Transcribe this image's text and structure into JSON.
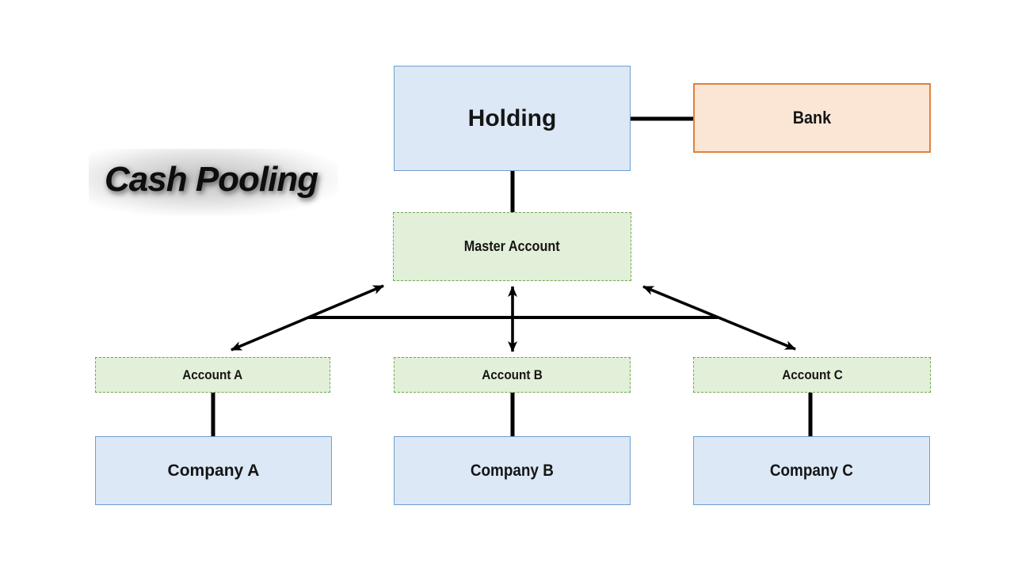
{
  "title": "Cash Pooling",
  "colors": {
    "blue_fill": "#dce8f5",
    "blue_border": "#6f9fd0",
    "green_fill": "#e2efd9",
    "green_border": "#6faa4d",
    "orange_fill": "#fbe6d6",
    "orange_border": "#e2813b",
    "connector": "#000000"
  },
  "nodes": {
    "holding": {
      "label": "Holding"
    },
    "bank": {
      "label": "Bank"
    },
    "master": {
      "label": "Master Account"
    },
    "account_a": {
      "label": "Account A"
    },
    "account_b": {
      "label": "Account B"
    },
    "account_c": {
      "label": "Account C"
    },
    "company_a": {
      "label": "Company A"
    },
    "company_b": {
      "label": "Company B"
    },
    "company_c": {
      "label": "Company C"
    }
  },
  "edges": [
    {
      "from": "Holding",
      "to": "Bank",
      "type": "line"
    },
    {
      "from": "Holding",
      "to": "Master Account",
      "type": "line"
    },
    {
      "from": "Master Account",
      "to": "Account A",
      "type": "double-arrow"
    },
    {
      "from": "Master Account",
      "to": "Account B",
      "type": "double-arrow"
    },
    {
      "from": "Master Account",
      "to": "Account C",
      "type": "double-arrow"
    },
    {
      "from": "left-diagonal",
      "to": "right-diagonal",
      "type": "cross-link-line"
    },
    {
      "from": "Account A",
      "to": "Company A",
      "type": "line"
    },
    {
      "from": "Account B",
      "to": "Company B",
      "type": "line"
    },
    {
      "from": "Account C",
      "to": "Company C",
      "type": "line"
    }
  ]
}
